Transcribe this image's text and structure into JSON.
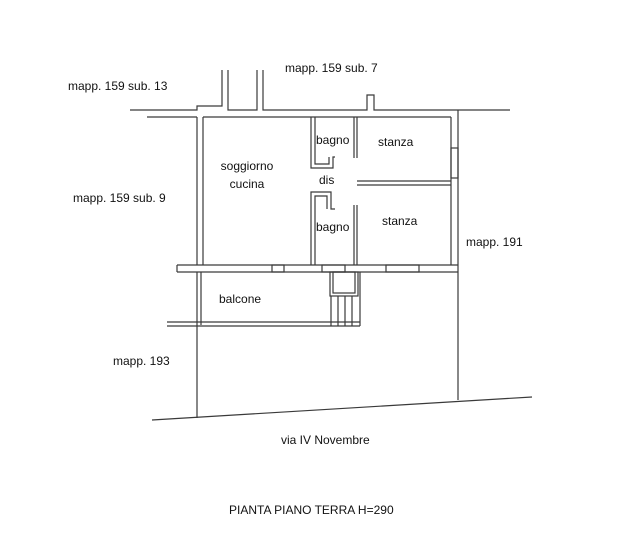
{
  "title": "PIANTA PIANO TERRA H=290",
  "street": "via IV Novembre",
  "parcels": {
    "sub13": "mapp. 159 sub. 13",
    "sub7": "mapp. 159 sub. 7",
    "sub9": "mapp. 159 sub. 9",
    "m191": "mapp. 191",
    "m193": "mapp. 193"
  },
  "rooms": {
    "soggiorno": "soggiorno",
    "cucina": "cucina",
    "bagno1": "bagno",
    "bagno2": "bagno",
    "dis": "dis",
    "stanza1": "stanza",
    "stanza2": "stanza",
    "balcone": "balcone"
  },
  "colors": {
    "line": "#3a3a3a",
    "text": "#111111",
    "background": "#ffffff"
  }
}
